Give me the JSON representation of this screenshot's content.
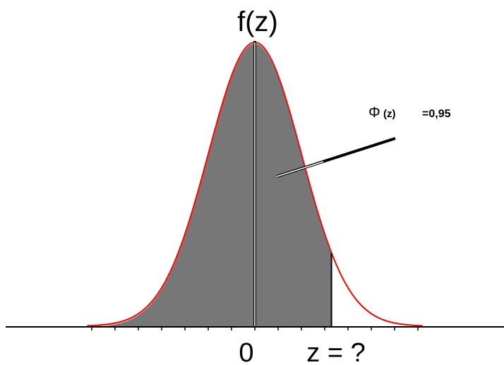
{
  "labels": {
    "y_axis": "f(z)",
    "origin": "0",
    "z_marker": "z = ?",
    "phi_symbol": "Φ",
    "phi_arg": "(z)",
    "phi_value": "=0,95"
  },
  "curve": {
    "type": "normal-density",
    "z_min": -3.6,
    "z_max": 3.6,
    "shaded_upper_z": 1.645,
    "tick_step": 0.5
  },
  "colors": {
    "curve_stroke": "#ff0000",
    "shaded_fill": "#777777",
    "shaded_edge": "#e0e0e0",
    "axis": "#000000",
    "mean_line": "#000000",
    "mean_line_highlight": "#ffffff",
    "background": "#ffffff"
  }
}
